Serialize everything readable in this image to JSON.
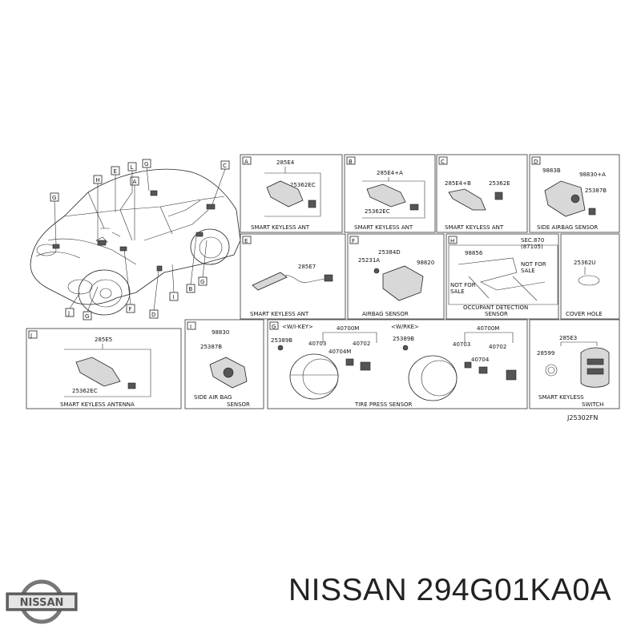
{
  "diagram_code": "J25302FN",
  "car_callouts": [
    "E",
    "L",
    "A",
    "G",
    "C",
    "H",
    "G",
    "J",
    "G",
    "F",
    "D",
    "I",
    "B",
    "G"
  ],
  "panels": {
    "A": {
      "letter": "A",
      "parts": [
        "285E4",
        "25362EC"
      ],
      "caption": "SMART KEYLESS ANT"
    },
    "B": {
      "letter": "B",
      "parts": [
        "285E4+A",
        "25362EC"
      ],
      "caption": "SMART KEYLESS ANT"
    },
    "C": {
      "letter": "C",
      "parts": [
        "285E4+B",
        "25362E"
      ],
      "caption": "SMART KEYLESS ANT"
    },
    "D": {
      "letter": "D",
      "parts": [
        "9883B",
        "98830+A",
        "25387B"
      ],
      "caption": "SIDE AIRBAG SENSOR"
    },
    "E": {
      "letter": "E",
      "parts": [
        "285E7"
      ],
      "caption": "SMART KEYLESS ANT"
    },
    "F": {
      "letter": "F",
      "parts": [
        "25384D",
        "25231A",
        "98820"
      ],
      "caption": "AIRBAG SENSOR"
    },
    "H": {
      "letter": "H",
      "parts": [
        "98856"
      ],
      "notes": [
        "SEC.870",
        "(87105)",
        "NOT FOR",
        "SALE",
        "NOT FOR",
        "SALE"
      ],
      "caption": [
        "OCCUPANT DETECTION",
        "SENSOR"
      ]
    },
    "U": {
      "parts": [
        "25362U"
      ],
      "caption": "COVER HOLE"
    },
    "J": {
      "letter": "J",
      "parts": [
        "285E5",
        "25362EC"
      ],
      "caption": "SMART KEYLESS ANTENNA"
    },
    "I": {
      "letter": "I",
      "parts": [
        "98830",
        "25387B"
      ],
      "caption": [
        "SIDE AIR BAG",
        "SENSOR"
      ]
    },
    "G": {
      "letter": "G",
      "left_title": "<W/I-KEY>",
      "right_title": "<W/RKE>",
      "left_parts": [
        "25389B",
        "40700M",
        "40703",
        "40702",
        "40704M"
      ],
      "right_parts": [
        "25389B",
        "40700M",
        "40703",
        "40702",
        "40704"
      ],
      "caption": "TIRE PRESS SENSOR"
    },
    "K": {
      "parts": [
        "285E3",
        "28599"
      ],
      "caption": [
        "SMART KEYLESS",
        "SWITCH"
      ]
    }
  },
  "brand": "NISSAN",
  "footer": {
    "title": "NISSAN 294G01KA0A"
  }
}
